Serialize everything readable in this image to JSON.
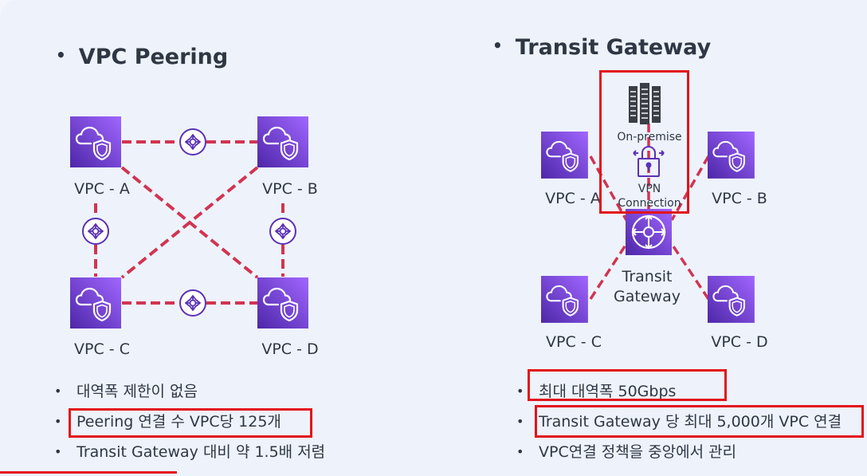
{
  "left": {
    "title": "VPC Peering",
    "nodes": {
      "a": "VPC - A",
      "b": "VPC - B",
      "c": "VPC - C",
      "d": "VPC - D"
    },
    "bullets": [
      "대역폭 제한이 없음",
      "Peering 연결 수 VPC당 125개",
      "Transit Gateway 대비 약 1.5배 저렴"
    ]
  },
  "right": {
    "title": "Transit Gateway",
    "nodes": {
      "a": "VPC - A",
      "b": "VPC - B",
      "c": "VPC - C",
      "d": "VPC - D"
    },
    "on_premise": "On-premise",
    "vpn_line1": "VPN",
    "vpn_line2": "Connection",
    "tgw_line1": "Transit",
    "tgw_line2": "Gateway",
    "bullets": [
      "최대 대역폭 50Gbps",
      "Transit Gateway 당 최대 5,000개 VPC 연결",
      "VPC연결 정책을 중앙에서 관리"
    ]
  },
  "colors": {
    "vpc_fill": "#8c4fff",
    "connector": "#d13452",
    "peering_icon": "#5a30b5",
    "highlight": "#e3131b"
  },
  "icons": [
    "vpc-cloud-shield-icon",
    "peering-connection-icon",
    "server-icon",
    "padlock-vpn-icon",
    "transit-gateway-hub-icon"
  ]
}
